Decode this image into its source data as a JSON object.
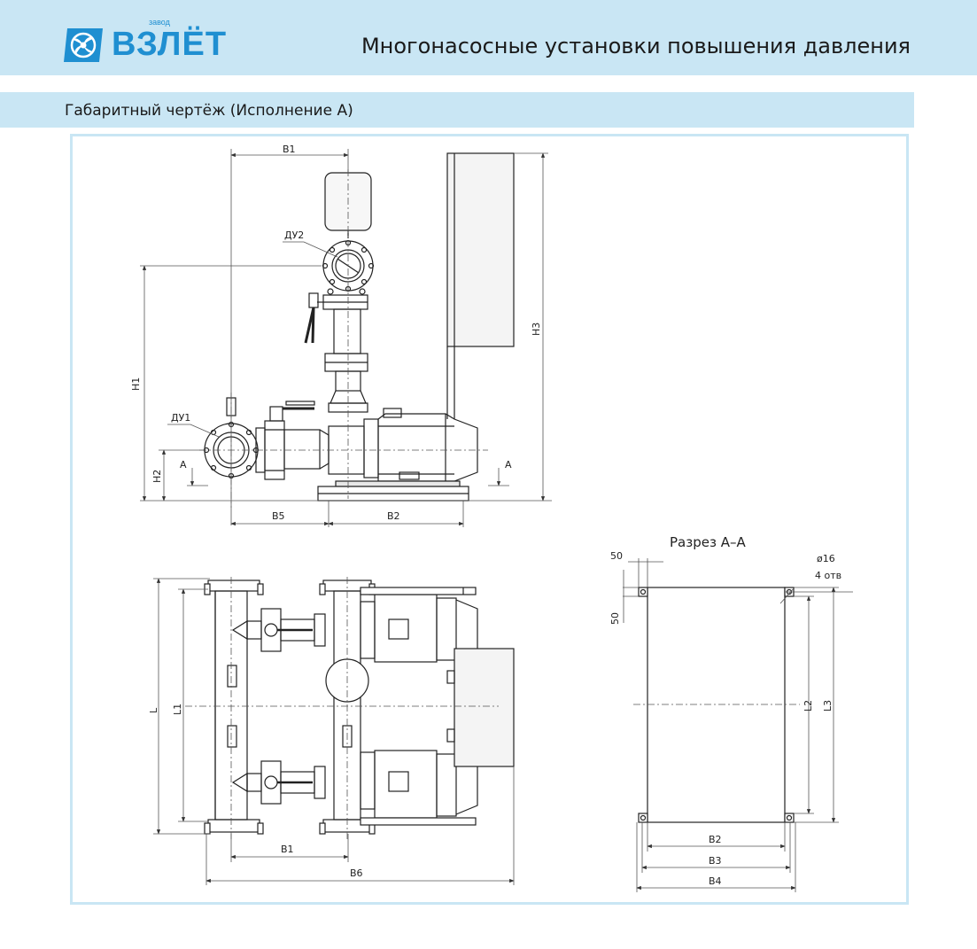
{
  "header": {
    "logo_small": "завод",
    "logo_word": "ВЗЛЁТ",
    "title": "Многонасосные установки повышения давления"
  },
  "section": {
    "title": "Габаритный чертёж (Исполнение А)"
  },
  "labels": {
    "b1": "B1",
    "b2": "B2",
    "b3": "B3",
    "b4": "B4",
    "b5": "B5",
    "b6": "B6",
    "h1": "H1",
    "h2": "H2",
    "h3": "H3",
    "l": "L",
    "l1": "L1",
    "l2": "L2",
    "l3": "L3",
    "du1": "ДУ1",
    "du2": "ДУ2",
    "a": "A",
    "section_aa": "Разрез А–А",
    "dim50": "50",
    "hole_d": "ø16",
    "holes": "4 отв"
  },
  "colors": {
    "brand": "#1f8fd1",
    "banner": "#c9e6f4",
    "frame": "#c9e6f4"
  }
}
